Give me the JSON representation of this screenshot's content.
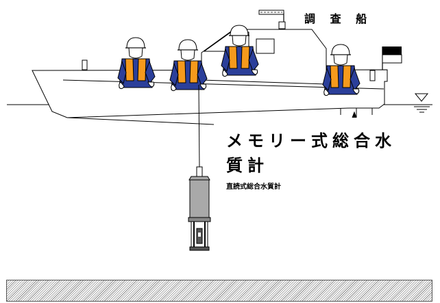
{
  "labels": {
    "ship_name": "調 査 船",
    "instrument_title_line1": "メモリー式総合水",
    "instrument_title_line2": "質計",
    "instrument_subtitle": "直読式総合水質計"
  },
  "icons": [
    "boat-icon",
    "worker-icon",
    "flag-icon",
    "water-level-icon",
    "water-quality-sensor-icon"
  ],
  "colors": {
    "life_vest": "#F59A1C",
    "uniform": "#2B3F9A",
    "sensor_body": "#A9A9A9",
    "hatch": "#8A8A8A"
  }
}
